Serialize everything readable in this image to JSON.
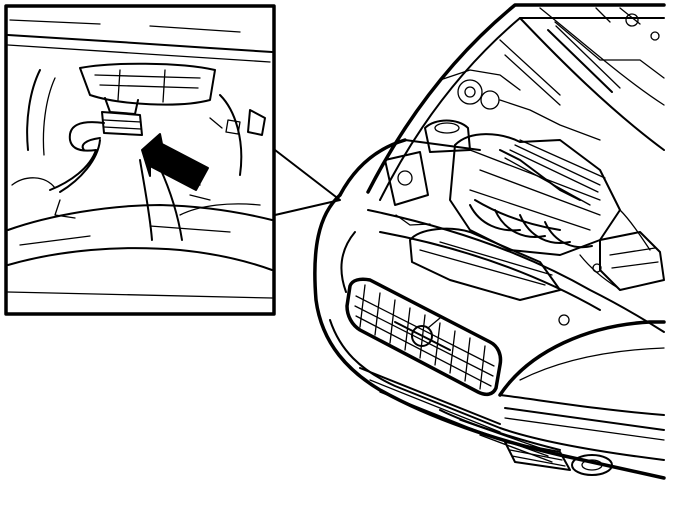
{
  "illustration": {
    "subject": "car-front-with-open-hood",
    "detail_inset": "engine-component-closeup",
    "indicator": "arrow-pointing-to-component",
    "colors": {
      "line": "#000000",
      "background": "#ffffff",
      "arrow": "#000000"
    }
  }
}
